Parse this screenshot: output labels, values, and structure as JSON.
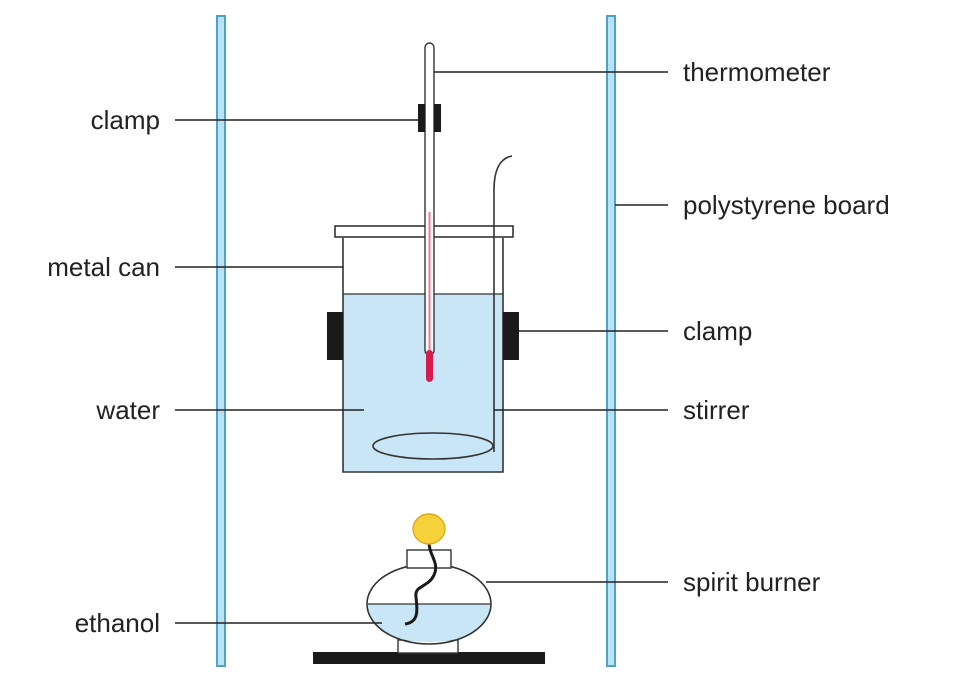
{
  "labels": {
    "clamp_top": "clamp",
    "metal_can": "metal can",
    "water": "water",
    "ethanol": "ethanol",
    "thermometer": "thermometer",
    "polystyrene_board": "polystyrene board",
    "clamp_right": "clamp",
    "stirrer": "stirrer",
    "spirit_burner": "spirit burner"
  },
  "colors": {
    "board": "#8fd0ec",
    "board_edge": "#4fa3c9",
    "water": "#c8e6f5",
    "ethanol": "#c8e6f5",
    "thermometer_liquid": "#d81b4f",
    "flame": "#f5d23a",
    "clamp": "#1a1a1a",
    "outline": "#333333"
  }
}
